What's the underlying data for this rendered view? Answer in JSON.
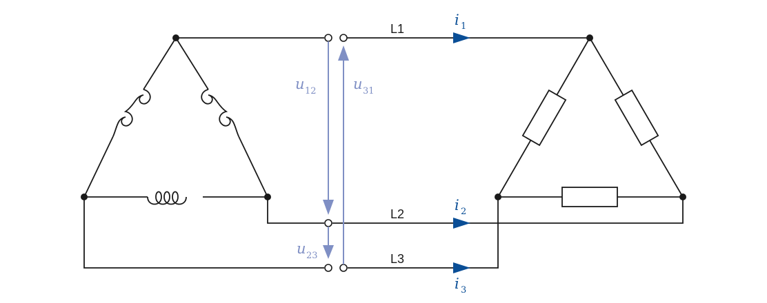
{
  "lines": {
    "l1": "L1",
    "l2": "L2",
    "l3": "L3"
  },
  "currents": {
    "i1": {
      "symbol": "i",
      "sub": "1"
    },
    "i2": {
      "symbol": "i",
      "sub": "2"
    },
    "i3": {
      "symbol": "i",
      "sub": "3"
    }
  },
  "voltages": {
    "u12": {
      "symbol": "u",
      "sub": "12"
    },
    "u31": {
      "symbol": "u",
      "sub": "31"
    },
    "u23": {
      "symbol": "u",
      "sub": "23"
    }
  },
  "colors": {
    "wire": "#1a1a1a",
    "voltage_arrow": "#7f8fc4",
    "current_arrow": "#0a4e96"
  }
}
